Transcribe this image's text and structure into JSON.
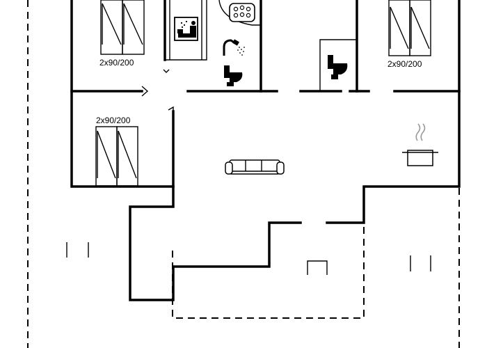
{
  "floorplan": {
    "bed_labels": [
      "2x90/200",
      "2x90/200",
      "2x90/200"
    ],
    "icons": [
      "bed-icon",
      "sauna-icon",
      "spa-bath-icon",
      "shower-icon",
      "toilet-icon",
      "sofa-icon",
      "kitchen-pot-icon",
      "door-icon"
    ],
    "colors": {
      "lines": "#000000",
      "background": "#ffffff"
    }
  }
}
